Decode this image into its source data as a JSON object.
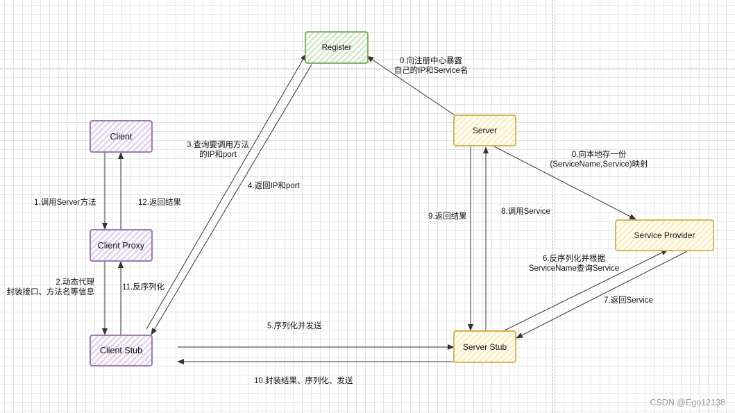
{
  "nodes": {
    "register": "Register",
    "client": "Client",
    "client_proxy": "Client Proxy",
    "client_stub": "Client Stub",
    "server": "Server",
    "service_provider": "Service Provider",
    "server_stub": "Server Stub"
  },
  "edge_labels": {
    "l0_register": [
      "0.向注册中心暴露",
      "自己的IP和Service名"
    ],
    "l0_local": [
      "0.向本地存一份",
      "(ServiceName,Service)映射"
    ],
    "l1": "1.调用Server方法",
    "l2": [
      "2.动态代理",
      "封装接口、方法名等信息"
    ],
    "l3": [
      "3.查询要调用方法",
      "的IP和port"
    ],
    "l4": "4.返回IP和port",
    "l5": "5.序列化并发送",
    "l6": [
      "6.反序列化并根据",
      "ServiceName查询Service"
    ],
    "l7": "7.返回Service",
    "l8": "8.调用Service",
    "l9": "9.返回结果",
    "l10": "10.封装结果、序列化、发送",
    "l11": "11.反序列化",
    "l12": "12.返回结果"
  },
  "watermark": "CSDN @Ego12138",
  "colors": {
    "client_side": "#9c7bb3",
    "register": "#82b366",
    "server_side": "#d6b656",
    "edge": "#333333"
  }
}
